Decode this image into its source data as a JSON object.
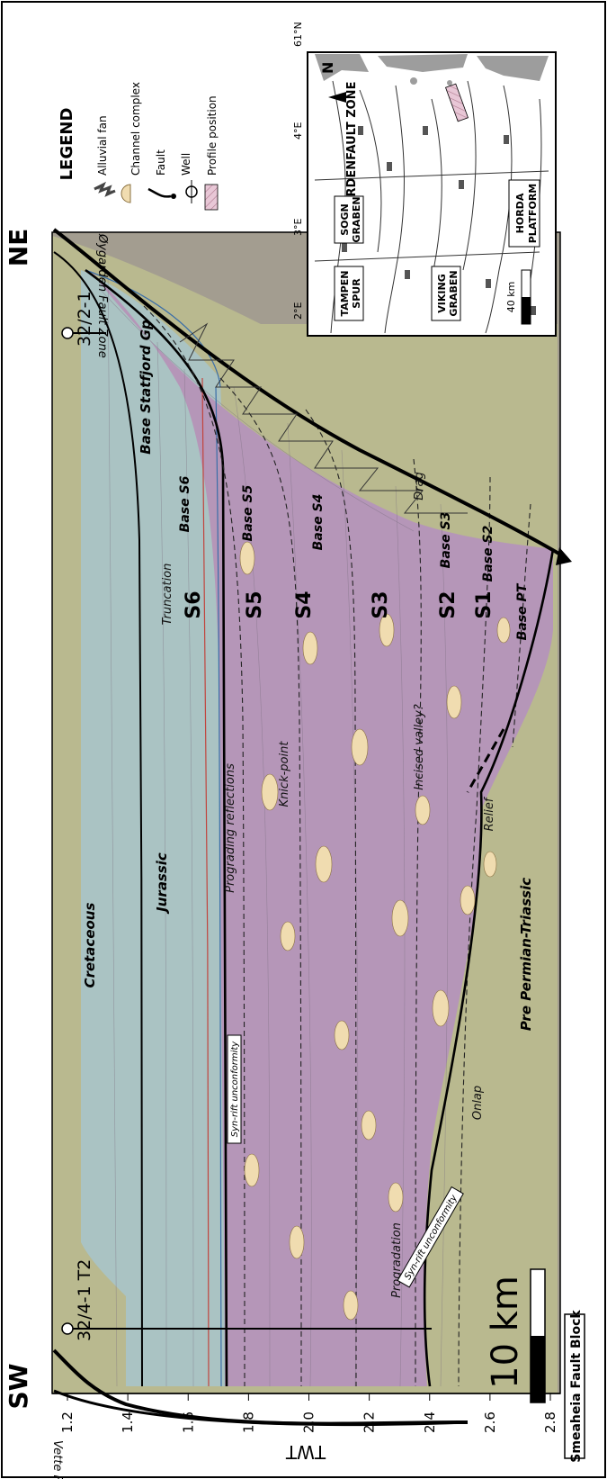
{
  "orientation": "rotated-90-ccw",
  "direction": {
    "left": "SW",
    "right": "NE"
  },
  "axis": {
    "label": "TWT",
    "ticks": [
      "1.2",
      "1.4",
      "1.6",
      "1.8",
      "2.0",
      "2.2",
      "2.4",
      "2.6",
      "2.8"
    ]
  },
  "wells": {
    "left": "32/4-1 T2",
    "right": "32/2-1"
  },
  "units": {
    "cretaceous": "Cretaceous",
    "jurassic": "Jurassic",
    "pre_permian": "Pre Permian-Triassic",
    "base_statfjord": "Base Statfjord Gp"
  },
  "sequences": [
    "S6",
    "S5",
    "S4",
    "S3",
    "S2",
    "S1"
  ],
  "bases": [
    "Base S6",
    "Base S5",
    "Base S4",
    "Base S3",
    "Base S2",
    "Base PT"
  ],
  "annotations": {
    "truncation": "Truncation",
    "prograding": "Prograding reflections",
    "knickpoint": "Knick-point",
    "incised": "Incised valley?",
    "relief": "Relief",
    "drag": "Drag",
    "onlap": "Onlap",
    "progradation": "Progradation",
    "synrift1": "Syn-rift unconformity",
    "synrift2": "Syn-rift unconformity"
  },
  "faults": {
    "left": "Vette Fault Zone",
    "right": "Øygarden Fault Zone"
  },
  "scale": {
    "label": "10 km"
  },
  "block_label": "Smeaheia Fault Block",
  "legend": {
    "title": "LEGEND",
    "items": [
      "Alluvial fan",
      "Channel complex",
      "Fault",
      "Well",
      "Profile position"
    ]
  },
  "inset": {
    "lat": "61°N",
    "lons": [
      "4°E",
      "3°E",
      "2°E"
    ],
    "north": "N",
    "zone": "ØYGARDENFAULT ZONE",
    "regions": [
      {
        "line1": "SOGN",
        "line2": "GRABEN"
      },
      {
        "line1": "TAMPEN",
        "line2": "SPUR"
      },
      {
        "line1": "VIKING",
        "line2": "GRABEN"
      },
      {
        "line1": "HORDA",
        "line2": "PLATFORM"
      }
    ],
    "scale": "40 km"
  },
  "colors": {
    "cretaceous": "#b9b98f",
    "jurassic": "#a9c3c6",
    "triassic": "#b596b8",
    "basement": "#a39d90",
    "channel": "#f0dcb0"
  }
}
